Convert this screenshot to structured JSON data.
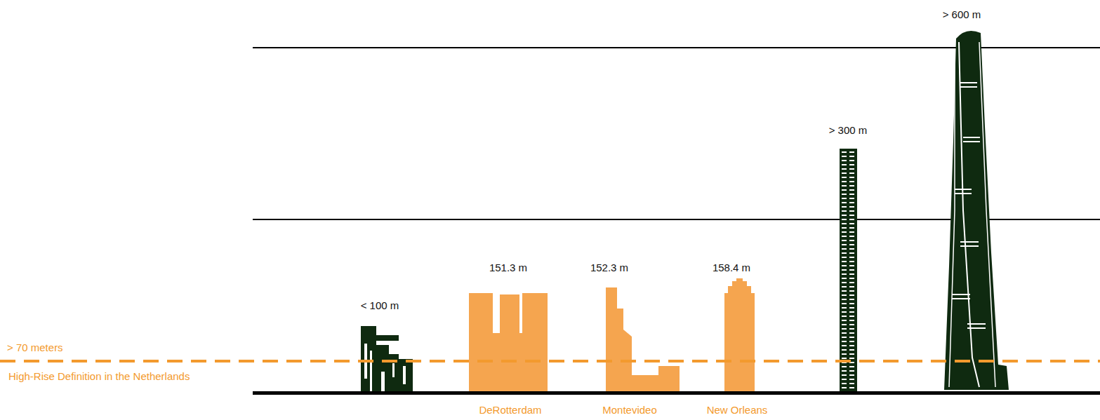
{
  "diagram": {
    "labels": [
      "> 600 m",
      "> 300 m",
      "< 100 m",
      "151.3 m",
      "152.3 m",
      "158.4 m",
      "> 70 meters",
      "High-Rise Definition in the Netherlands",
      "DeRotterdam",
      "Montevideo",
      "New Orleans"
    ]
  }
}
